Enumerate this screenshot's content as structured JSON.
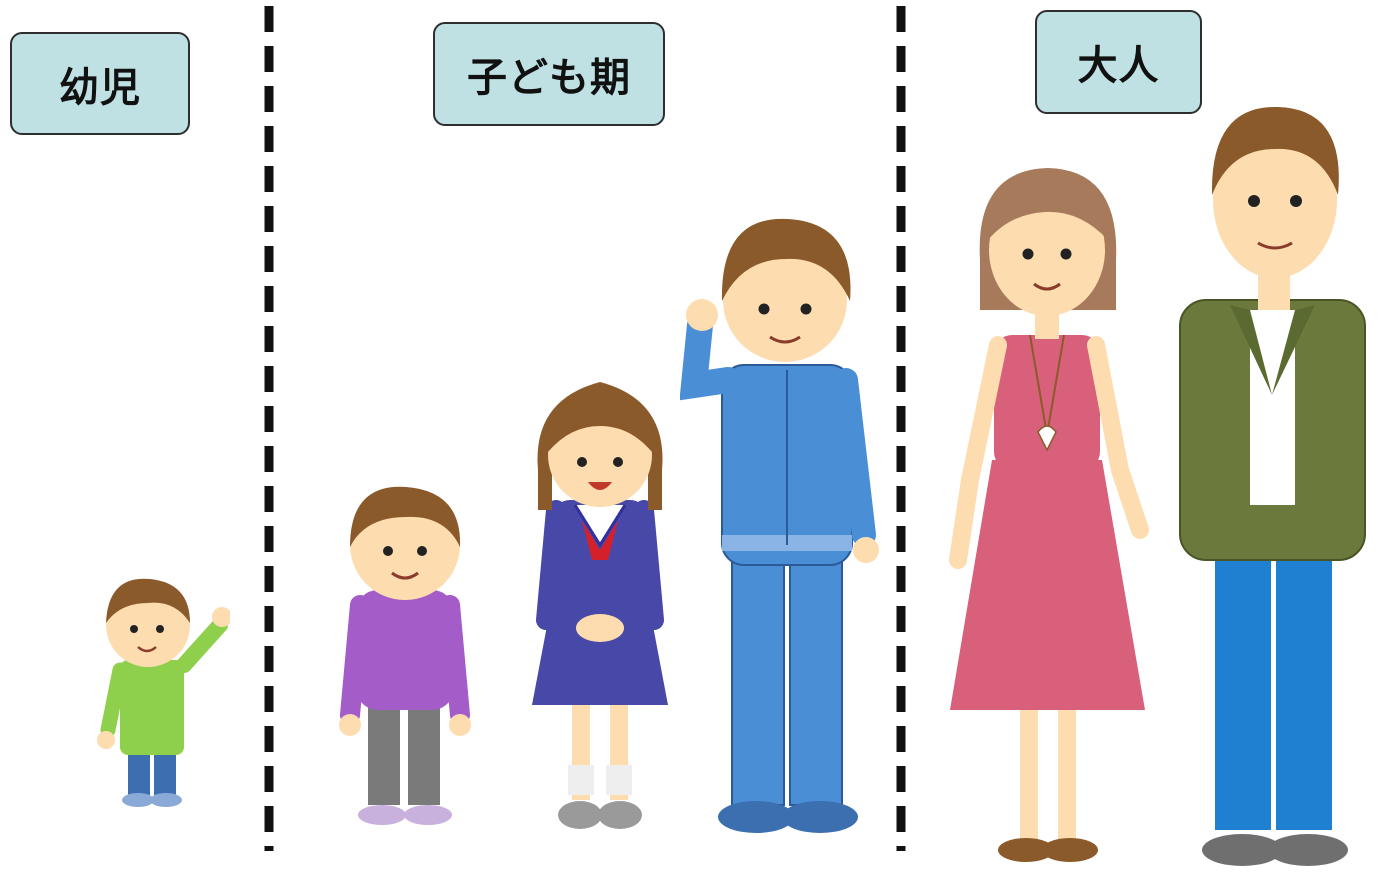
{
  "labels": {
    "infant": "幼児",
    "childhood": "子ども期",
    "adult": "大人"
  },
  "colors": {
    "label_bg": "#bfe1e3",
    "label_border": "#2e2e2e",
    "divider": "#111111",
    "skin": "#fddcb0",
    "hair": "#8b5a2b",
    "toddler_shirt": "#8ed04b",
    "boy_hoodie": "#a35cc8",
    "girl_uniform": "#4848a8",
    "teen_tracksuit": "#4a8fd6",
    "woman_dress": "#d9607a",
    "man_jacket": "#6b7a3c",
    "man_pants": "#1f7fd0"
  },
  "figures": [
    {
      "stage": "infant",
      "icon": "toddler-waving-icon"
    },
    {
      "stage": "childhood",
      "icon": "boy-purple-hoodie-icon"
    },
    {
      "stage": "childhood",
      "icon": "girl-sailor-uniform-icon"
    },
    {
      "stage": "childhood",
      "icon": "teen-boy-tracksuit-icon"
    },
    {
      "stage": "adult",
      "icon": "woman-pink-dress-icon"
    },
    {
      "stage": "adult",
      "icon": "man-green-jacket-icon"
    }
  ]
}
